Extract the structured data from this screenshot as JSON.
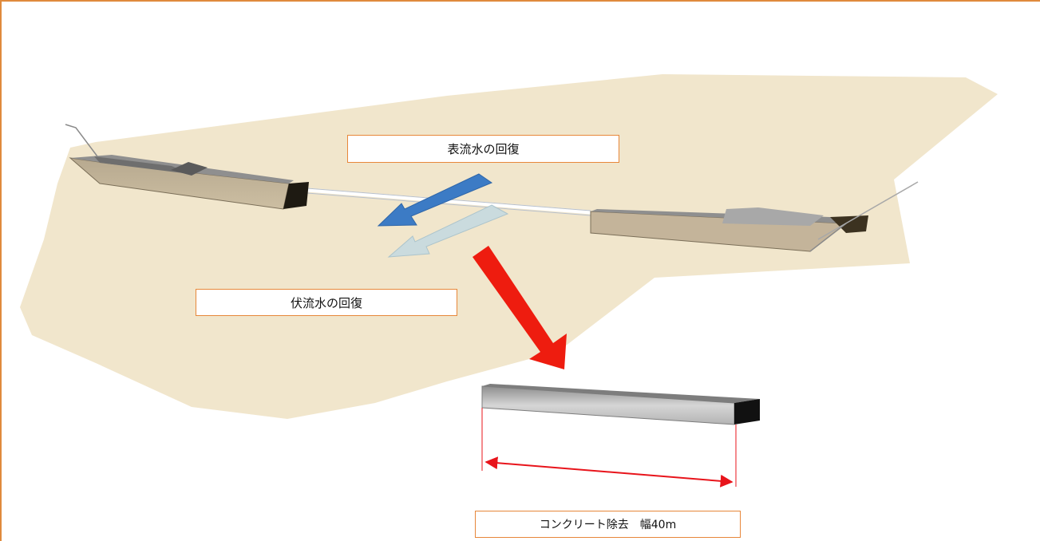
{
  "labels": {
    "surface_water": "表流水の回復",
    "subsurface_water": "伏流水の回復",
    "concrete_removal": "コンクリート除去　幅40m"
  },
  "colors": {
    "frame": "#e08a3c",
    "riverbed": "#f1e6cc",
    "label_border": "#e7873a",
    "surface_arrow": "#3c7bc5",
    "subsurface_arrow": "#c8dbe0",
    "removal_arrow": "#ee1c0f",
    "dimension_line": "#e8141b",
    "block_top": "#9a9a9a",
    "block_front": "#c4b49a",
    "block_end": "#2a2216"
  },
  "icons": {
    "surface_flow": "arrow-down-left",
    "subsurface_flow": "arrow-down-left",
    "removal": "arrow-down-right",
    "dimension": "double-headed-arrow"
  }
}
